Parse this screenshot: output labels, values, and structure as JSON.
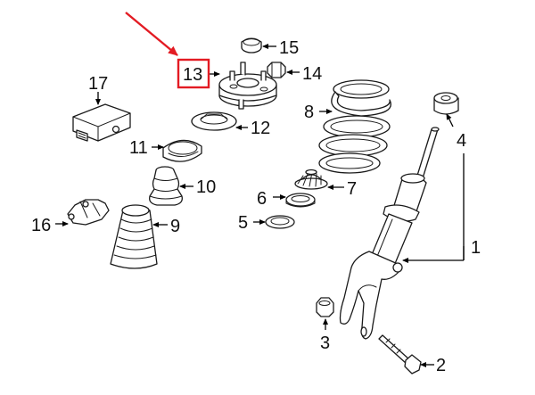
{
  "diagram": {
    "callouts": {
      "c1": "1",
      "c2": "2",
      "c3": "3",
      "c4": "4",
      "c5": "5",
      "c6": "6",
      "c7": "7",
      "c8": "8",
      "c9": "9",
      "c10": "10",
      "c11": "11",
      "c12": "12",
      "c13": "13",
      "c14": "14",
      "c15": "15",
      "c16": "16",
      "c17": "17"
    },
    "highlighted_part": "13",
    "colors": {
      "highlight": "#e31b23",
      "line": "#1a1a1a",
      "background": "#ffffff"
    }
  }
}
